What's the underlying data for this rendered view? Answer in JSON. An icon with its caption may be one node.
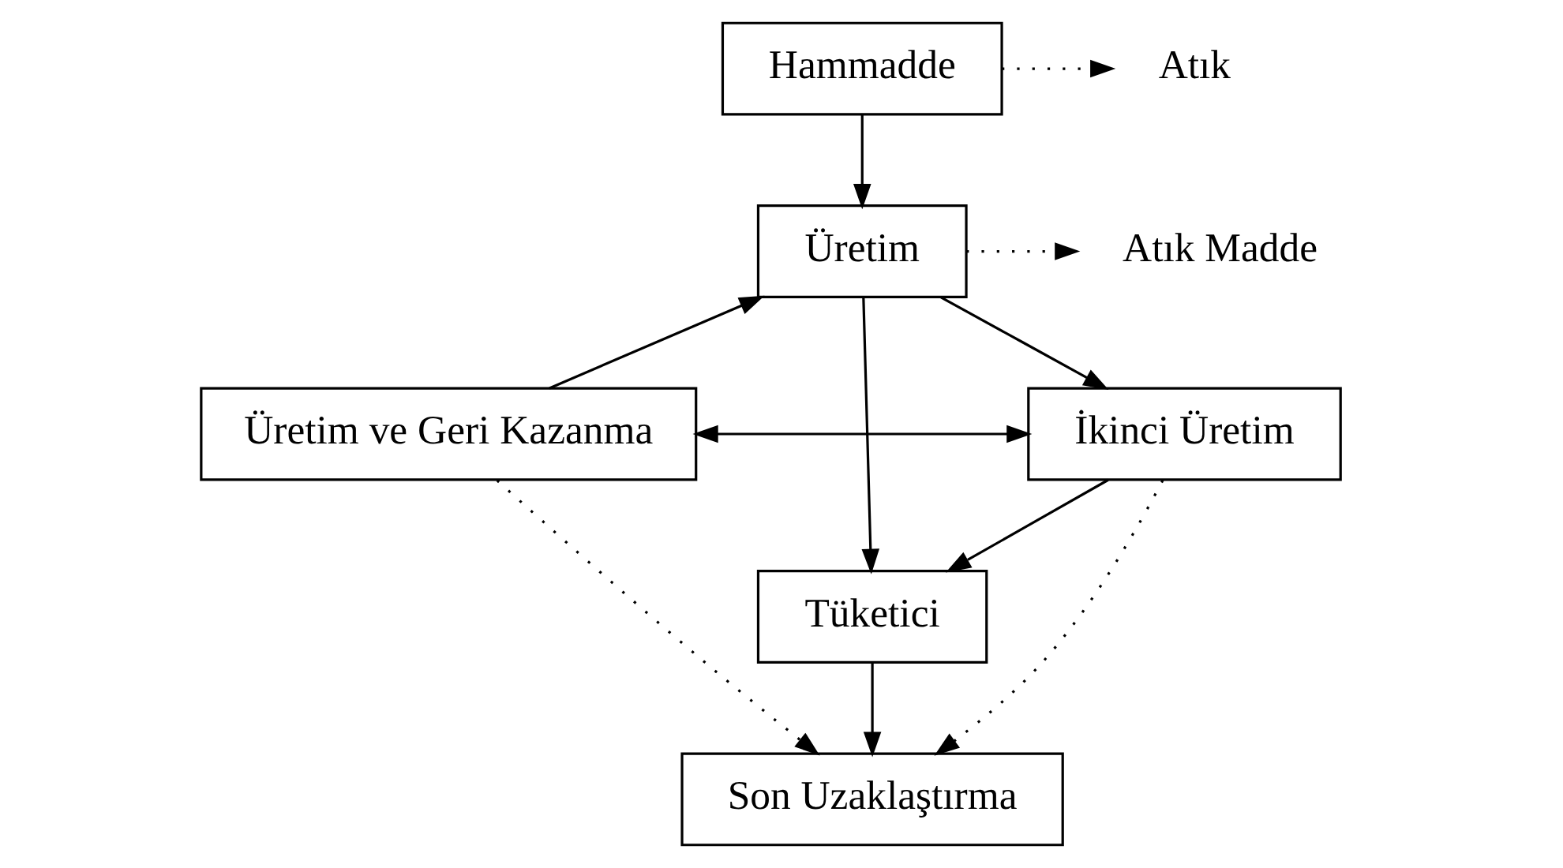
{
  "diagram": {
    "nodes": [
      {
        "text": [
          "Hammadde"
        ]
      },
      {
        "text": [
          "Atık"
        ]
      },
      {
        "text": [
          "Üretim"
        ]
      },
      {
        "text": [
          "Atık Madde"
        ]
      },
      {
        "text": [
          "Üretim ve Geri Kazanma"
        ]
      },
      {
        "text": [
          "İkinci Üretim"
        ]
      },
      {
        "text": [
          "Tüketici"
        ]
      },
      {
        "text": [
          "Son Uzaklaştırma"
        ]
      }
    ],
    "edges": [
      {
        "from": 0,
        "to": 1,
        "arrow": "to",
        "style": "dashed"
      },
      {
        "from": 0,
        "to": 2,
        "arrow": "to"
      },
      {
        "from": 2,
        "to": 3,
        "arrow": "to",
        "style": "dashed"
      },
      {
        "from": 4,
        "to": 2,
        "arrow": "to"
      },
      {
        "from": 2,
        "to": 5,
        "arrow": "to"
      },
      {
        "from": 4,
        "to": 5,
        "arrow": "both"
      },
      {
        "from": 2,
        "to": 6,
        "arrow": "to"
      },
      {
        "from": 5,
        "to": 6,
        "arrow": "to"
      },
      {
        "from": 6,
        "to": 7,
        "arrow": "to"
      },
      {
        "from": 4,
        "to": 7,
        "arrow": "to",
        "style": "dashed"
      },
      {
        "from": 5,
        "to": 7,
        "arrow": "to",
        "style": "dashed"
      }
    ]
  }
}
